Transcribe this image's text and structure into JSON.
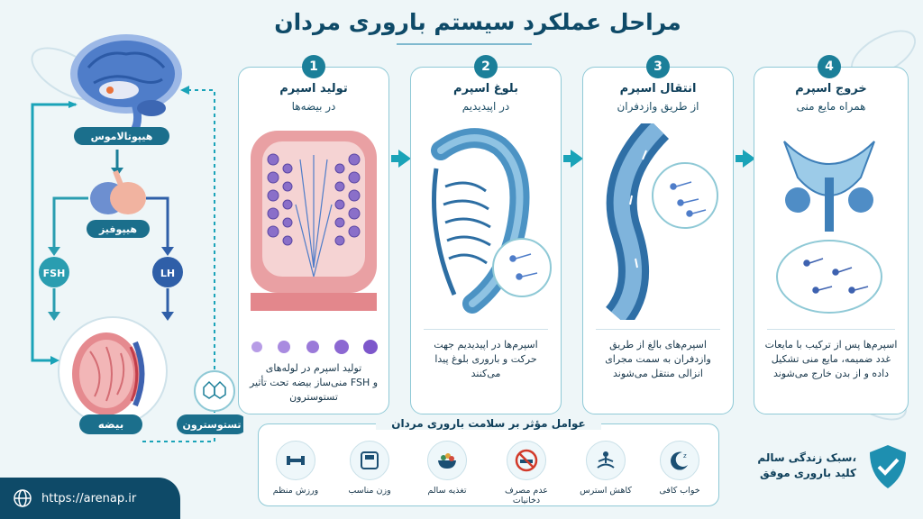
{
  "title": "مراحل عملکرد سیستم باروری مردان",
  "left_panel": {
    "hypothalamus_label": "هیپوتالاموس",
    "pituitary_label": "هیپوفیز",
    "fsh_label": "FSH",
    "lh_label": "LH",
    "testis_label": "بیضه",
    "testosterone_label": "تستوسترون"
  },
  "steps": [
    {
      "number": "1",
      "title": "تولید اسپرم",
      "subtitle": "در بیضه‌ها",
      "description": "تولید اسپرم در لوله‌های منی‌ساز بیضه تحت تأثیر FSH و تستوسترون"
    },
    {
      "number": "2",
      "title": "بلوغ اسپرم",
      "subtitle": "در اپیدیدیم",
      "description": "اسپرم‌ها در اپیدیدیم جهت حرکت و باروری بلوغ پیدا می‌کنند"
    },
    {
      "number": "3",
      "title": "انتقال اسپرم",
      "subtitle": "از طریق وازدفران",
      "description": "اسپرم‌های بالغ از طریق وازدفران به سمت مجرای انزالی منتقل می‌شوند"
    },
    {
      "number": "4",
      "title": "خروج اسپرم",
      "subtitle": "همراه مایع منی",
      "description": "اسپرم‌ها پس از ترکیب با مایعات غدد ضمیمه، مایع منی تشکیل داده و از بدن خارج می‌شوند"
    }
  ],
  "factors": {
    "title": "عوامل مؤثر بر سلامت باروری مردان",
    "items": [
      {
        "label": "خواب کافی",
        "icon": "moon-icon"
      },
      {
        "label": "کاهش استرس",
        "icon": "meditation-icon"
      },
      {
        "label": "عدم مصرف دخانیات",
        "icon": "no-smoking-icon"
      },
      {
        "label": "تغذیه سالم",
        "icon": "food-bowl-icon"
      },
      {
        "label": "وزن مناسب",
        "icon": "scale-icon"
      },
      {
        "label": "ورزش منظم",
        "icon": "dumbbell-icon"
      }
    ]
  },
  "lifestyle": {
    "line1": "سبک زندگی سالم،",
    "line2": "کلید باروری موفق",
    "icon": "shield-check-icon"
  },
  "footer": {
    "url": "https://arenap.ir",
    "icon": "globe-icon"
  },
  "colors": {
    "primary": "#0e4a68",
    "accent": "#1aa3b8",
    "card_border": "#8fc9d6",
    "fsh": "#2a9db0",
    "lh": "#2f5fa8"
  }
}
